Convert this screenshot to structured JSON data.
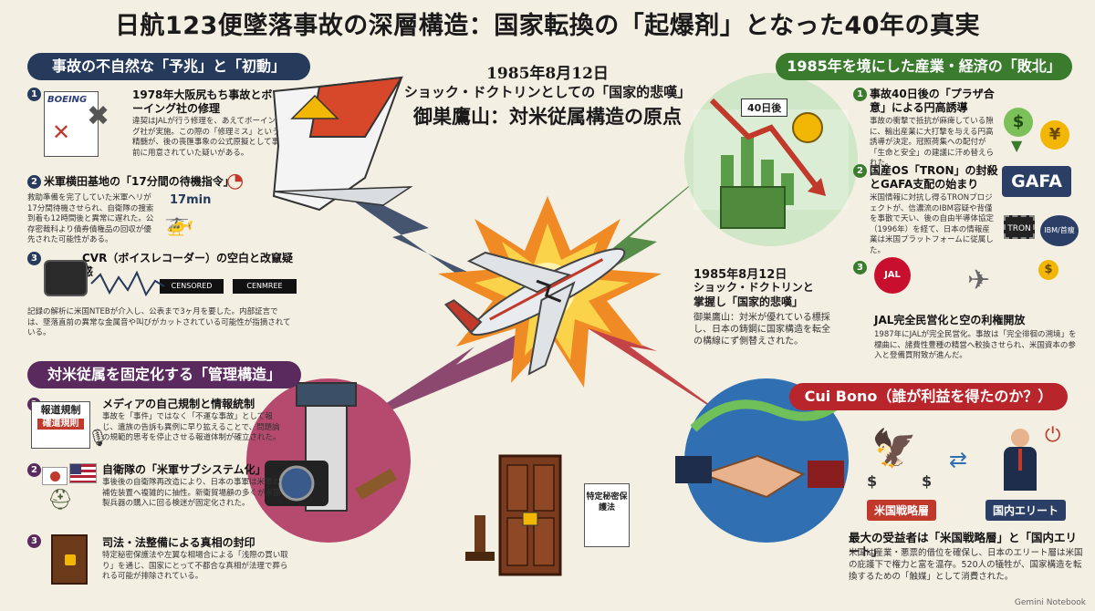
{
  "title": "日航123便墜落事故の深層構造：国家転換の「起爆剤」となった40年の真実",
  "center": {
    "top_date": "1985年8月12日",
    "top_line2": "ショック・ドクトリンとしての「国家的悲嘆」",
    "top_line3": "御巣鷹山：対米従属構造の原点",
    "mid_date": "1985年8月12日",
    "mid_line2": "ショック・ドクトリンと",
    "mid_line3": "掌握し「国家的悲嘆」",
    "mid_body": "御巣鷹山：対米が優れている標採し、日本の鋳鋼に国家構造を転全の構線にず側替えされた。",
    "document_label": "特定秘密保護法"
  },
  "sec_anomaly": {
    "pill": "事故の不自然な「予兆」と「初動」",
    "i1_num": "1",
    "i1_head": "1978年大阪尻もち事故とボーイング社の修理",
    "i1_body": "違契はJALが行う修理を、あえてボーイング社が実施。この際の「修理ミス」という精髄が、後の喪匯事象の公式原擬として事前に用意されていた疑いがある。",
    "i1_logo": "BOEING",
    "i2_num": "2",
    "i2_head": "米軍横田基地の「17分間の待機指令」",
    "i2_body": "救助準備を完了していた米軍ヘリが17分間待機させられ、自衛隊の捜索到着も12時間後と異常に遅れた。公存密裁科より債券債権品の回収が優先された可能性がある。",
    "i2_label": "17min",
    "i3_num": "3",
    "i3_head": "CVR（ボイスレコーダー）の空白と改竄疑惑",
    "i3_body": "記録の解析に米国NTEBが介入し、公表まで3ヶ月を要した。内部証言では、墜落直前の異常な金属音や叫びがカットされている可能性が指摘されている。",
    "tape1": "CENSORED",
    "tape2": "CENMREE"
  },
  "sec_control": {
    "pill": "対米従属を固定化する「管理構造」",
    "i1_num": "1",
    "i1_head": "メディアの自己規制と情報統制",
    "i1_body": "事故を「事件」ではなく「不運な事故」として報じ、遺族の告訴も異例に早り拡えることで、問題論の規範的思考を停止させる報道体制が確立された。",
    "i1_paper1": "報道規制",
    "i1_paper2": "確道規則",
    "i2_num": "2",
    "i2_head": "自衛隊の「米軍サブシステム化」",
    "i2_body": "事後後の自衛隊再改造により、日本の事軍は米軍の補佐装置へ複雑的に抽性。新衛貿場顧の多くが米国製兵器の購入に回る検迷が固定化された。",
    "i3_num": "3",
    "i3_head": "司法・法整備による真相の封印",
    "i3_body": "特定秘密保護法や左翼な相場合による「浅際の買い取り」を通じ、国家にとって不都合な真相が法理で葬られる可能が排除されている。"
  },
  "sec_defeat": {
    "pill": "1985年を境にした産業・経済の「敗北」",
    "chart_label": "40日後",
    "i1_num": "1",
    "i1_head": "事故40日後の「プラザ合意」による円高誘導",
    "i1_body": "事故の衝撃で抵抗が麻痺している隙に、輸出産業に大打撃を与える円高誘導が決定。冠照荷集への配付が「生命と安全」の建議に汗め替えられた。",
    "i2_num": "2",
    "i2_head": "国産OS「TRON」の封殺とGAFA支配の始まり",
    "i2_body": "米国情報に対抗し得るTRONプロジェクトが、信濃流のIBM容疑や背僅を事散で天い、後の自由半導体協定（1996年）を経て、日本の情報産業は米国プラットフォームに従属した。",
    "gafa": "GAFA",
    "tron": "TRON",
    "ibm": "IBM/首痩",
    "i3_num": "3",
    "i3_head": "JAL完全民営化と空の利権開放",
    "i3_body": "1987年にJALが完全民営化。事故は「完全徘徊の溯境」を標曲に、諸費性豊種の精営へ較換させられ、米国資本の参入と登備買附致が進んだ。",
    "jal": "JAL"
  },
  "sec_cui": {
    "pill": "Cui Bono（誰が利益を得たのか？）",
    "tag_left": "米国戦略層",
    "tag_right": "国内エリート",
    "head": "最大の受益者は「米国戦略層」と「国内エリート」",
    "body": "米国は産業・悪票的借位を確保し、日本のエリート層は米国の庇護下で権力と富を温存。520人の犠牲が、国家構造を転換するための「触媒」として消費された。"
  },
  "watermark": "Gemini Notebook",
  "colors": {
    "navy": "#263a5c",
    "green": "#3a7b2e",
    "purple": "#5a2a5e",
    "red": "#b8262b",
    "cream": "#f4efe3"
  }
}
